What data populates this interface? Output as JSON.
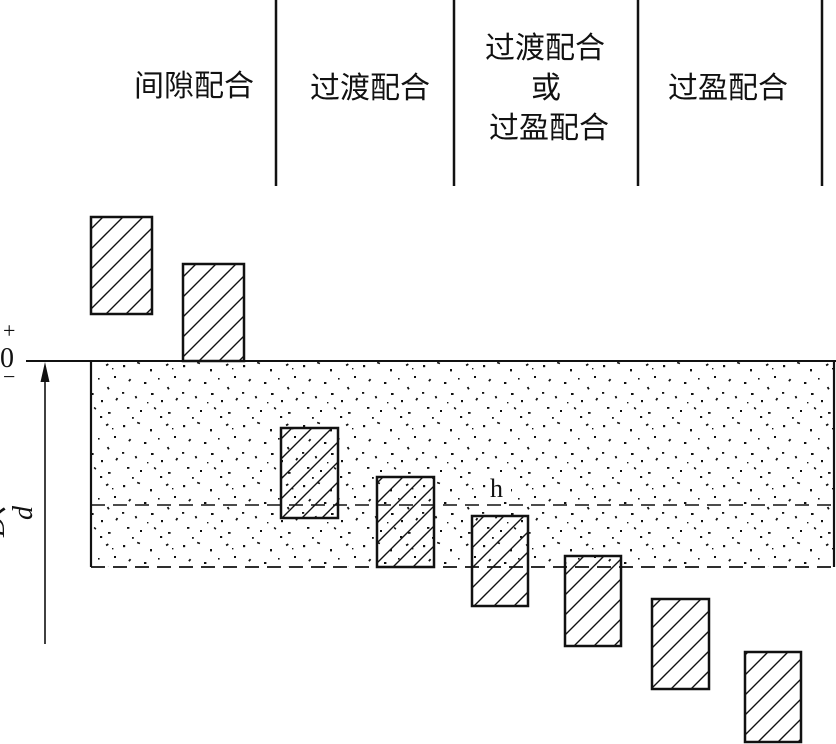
{
  "headers": {
    "clearance": "间隙配合",
    "transition": "过渡配合",
    "trans_or_inter": {
      "line1": "过渡配合",
      "line2": "或",
      "line3": "过盈配合"
    },
    "interference": "过盈配合"
  },
  "axis": {
    "plus": "+",
    "zero": "0",
    "minus": "−",
    "size_label": "D、d"
  },
  "hole_zone": {
    "label": "h"
  },
  "colors": {
    "line": "#111111",
    "fill": "#ffffff"
  }
}
